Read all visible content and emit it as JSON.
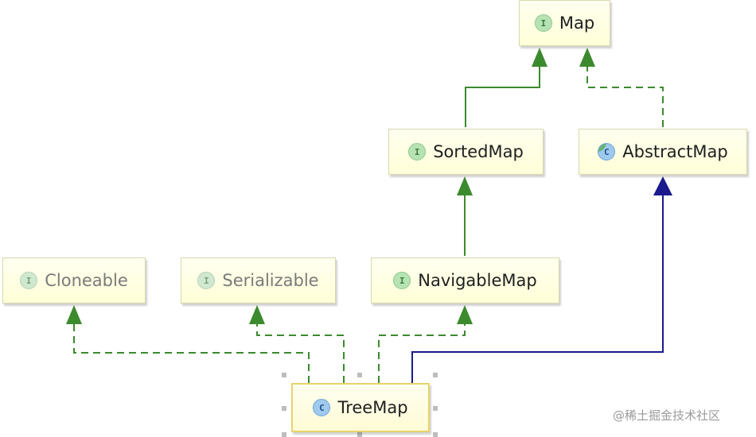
{
  "diagram": {
    "nodes": [
      {
        "id": "map",
        "label": "Map",
        "badge": "I"
      },
      {
        "id": "sortedmap",
        "label": "SortedMap",
        "badge": "I"
      },
      {
        "id": "abstractmap",
        "label": "AbstractMap",
        "badge": "C"
      },
      {
        "id": "cloneable",
        "label": "Cloneable",
        "badge": "I"
      },
      {
        "id": "serializable",
        "label": "Serializable",
        "badge": "I"
      },
      {
        "id": "navigablemap",
        "label": "NavigableMap",
        "badge": "I"
      },
      {
        "id": "treemap",
        "label": "TreeMap",
        "badge": "C"
      }
    ],
    "edges": [
      {
        "from": "sortedmap",
        "to": "map",
        "style": "solid",
        "color": "#3c8a2e"
      },
      {
        "from": "abstractmap",
        "to": "map",
        "style": "dashed",
        "color": "#3c8a2e"
      },
      {
        "from": "navigablemap",
        "to": "sortedmap",
        "style": "solid",
        "color": "#3c8a2e"
      },
      {
        "from": "treemap",
        "to": "cloneable",
        "style": "dashed",
        "color": "#3c8a2e"
      },
      {
        "from": "treemap",
        "to": "serializable",
        "style": "dashed",
        "color": "#3c8a2e"
      },
      {
        "from": "treemap",
        "to": "navigablemap",
        "style": "dashed",
        "color": "#3c8a2e"
      },
      {
        "from": "treemap",
        "to": "abstractmap",
        "style": "solid",
        "color": "#1a1a8c"
      }
    ]
  },
  "watermark": "@稀土掘金技术社区"
}
